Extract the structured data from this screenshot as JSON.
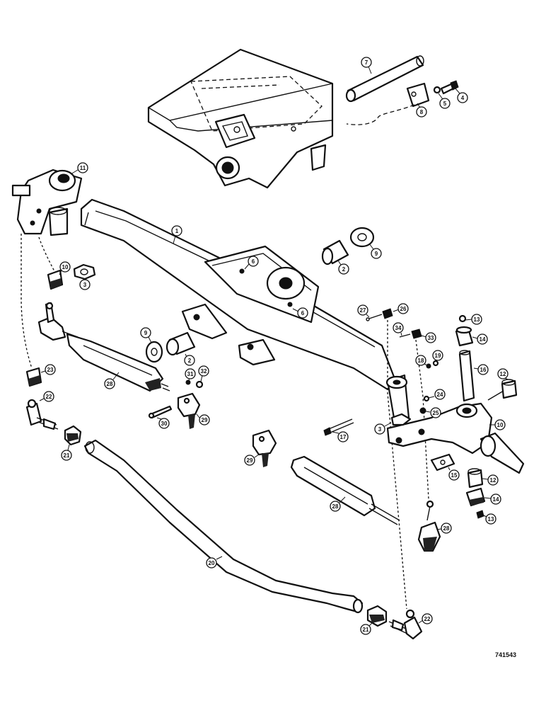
{
  "drawing_code": "741543",
  "callouts": [
    {
      "id": "c7",
      "label": "7"
    },
    {
      "id": "c8a",
      "label": "8"
    },
    {
      "id": "c5",
      "label": "5"
    },
    {
      "id": "c4",
      "label": "4"
    },
    {
      "id": "c11",
      "label": "11"
    },
    {
      "id": "c1",
      "label": "1"
    },
    {
      "id": "c9a",
      "label": "9"
    },
    {
      "id": "c2a",
      "label": "2"
    },
    {
      "id": "c6a",
      "label": "6"
    },
    {
      "id": "c6b",
      "label": "6"
    },
    {
      "id": "c10",
      "label": "10"
    },
    {
      "id": "c3a",
      "label": "3"
    },
    {
      "id": "c26",
      "label": "26"
    },
    {
      "id": "c27",
      "label": "27"
    },
    {
      "id": "c34",
      "label": "34"
    },
    {
      "id": "c33",
      "label": "33"
    },
    {
      "id": "c13a",
      "label": "13"
    },
    {
      "id": "c14a",
      "label": "14"
    },
    {
      "id": "c9b",
      "label": "9"
    },
    {
      "id": "c2b",
      "label": "2"
    },
    {
      "id": "c23",
      "label": "23"
    },
    {
      "id": "c28a",
      "label": "28"
    },
    {
      "id": "c31",
      "label": "31"
    },
    {
      "id": "c32",
      "label": "32"
    },
    {
      "id": "c18",
      "label": "18"
    },
    {
      "id": "c19",
      "label": "19"
    },
    {
      "id": "c16",
      "label": "16"
    },
    {
      "id": "c12a",
      "label": "12"
    },
    {
      "id": "c22a",
      "label": "22"
    },
    {
      "id": "c30",
      "label": "30"
    },
    {
      "id": "c29a",
      "label": "29"
    },
    {
      "id": "c24",
      "label": "24"
    },
    {
      "id": "c25",
      "label": "25"
    },
    {
      "id": "c15",
      "label": "15"
    },
    {
      "id": "c3b",
      "label": "3"
    },
    {
      "id": "c17",
      "label": "17"
    },
    {
      "id": "c21a",
      "label": "21"
    },
    {
      "id": "c29b",
      "label": "29"
    },
    {
      "id": "c12b",
      "label": "12"
    },
    {
      "id": "c14b",
      "label": "14"
    },
    {
      "id": "c13b",
      "label": "13"
    },
    {
      "id": "c28b",
      "label": "28"
    },
    {
      "id": "c28c",
      "label": "28"
    },
    {
      "id": "c20",
      "label": "20"
    },
    {
      "id": "c21b",
      "label": "21"
    },
    {
      "id": "c22b",
      "label": "22"
    }
  ]
}
